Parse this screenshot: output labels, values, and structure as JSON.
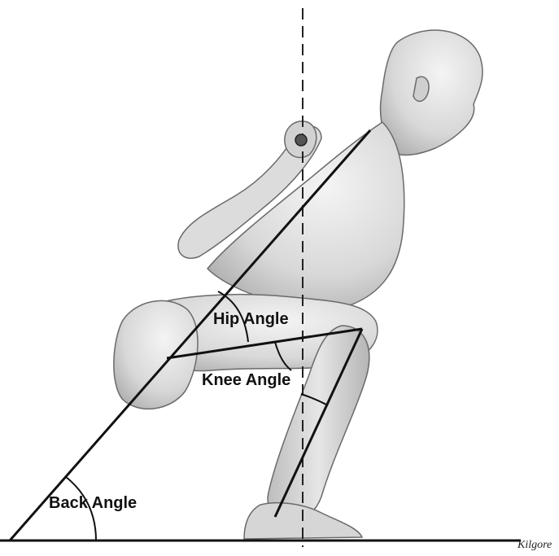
{
  "labels": {
    "hip": "Hip Angle",
    "knee": "Knee Angle",
    "back": "Back Angle"
  },
  "signature": "Kilgore",
  "colors": {
    "ink": "#111111",
    "skin_shade": "#c9c9c9",
    "skin_light": "#eeeeee"
  }
}
